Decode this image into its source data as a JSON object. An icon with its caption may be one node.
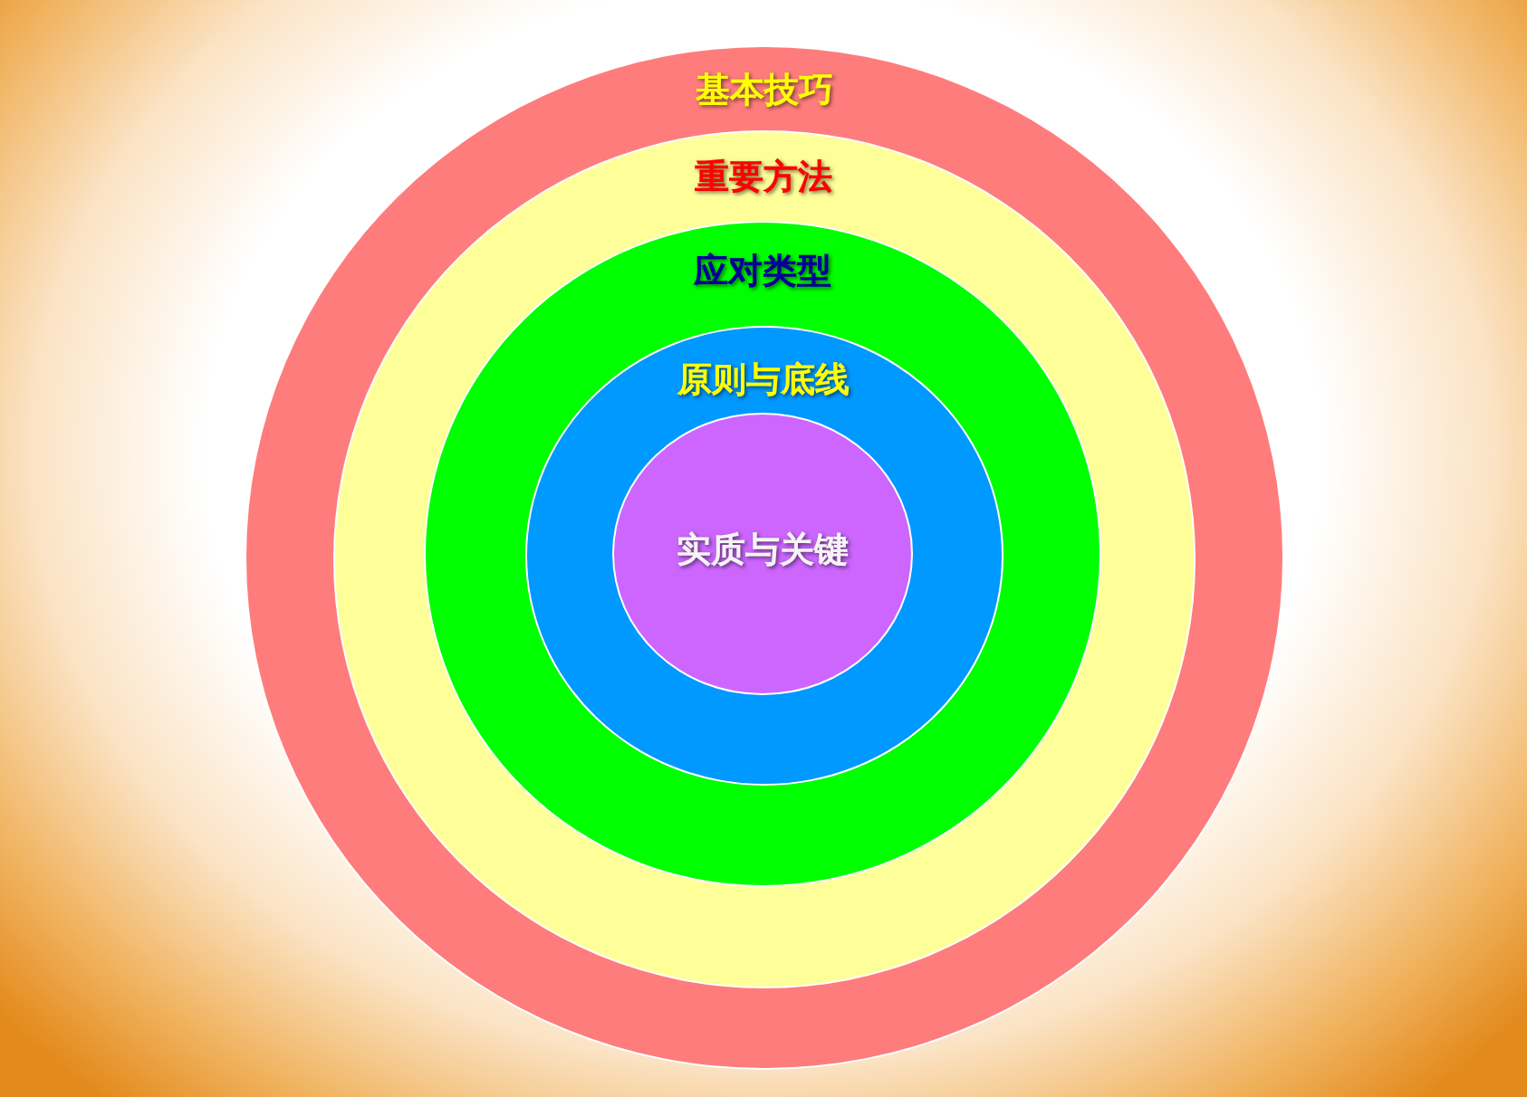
{
  "diagram": {
    "nodes": [
      {
        "text": [
          "基本技巧"
        ]
      },
      {
        "text": [
          "重要方法"
        ],
        "in": 0
      },
      {
        "text": [
          "应对类型"
        ],
        "in": 1
      },
      {
        "text": [
          "原则与底线"
        ],
        "in": 2
      },
      {
        "text": [
          "实质与关键"
        ],
        "in": 3
      }
    ]
  }
}
